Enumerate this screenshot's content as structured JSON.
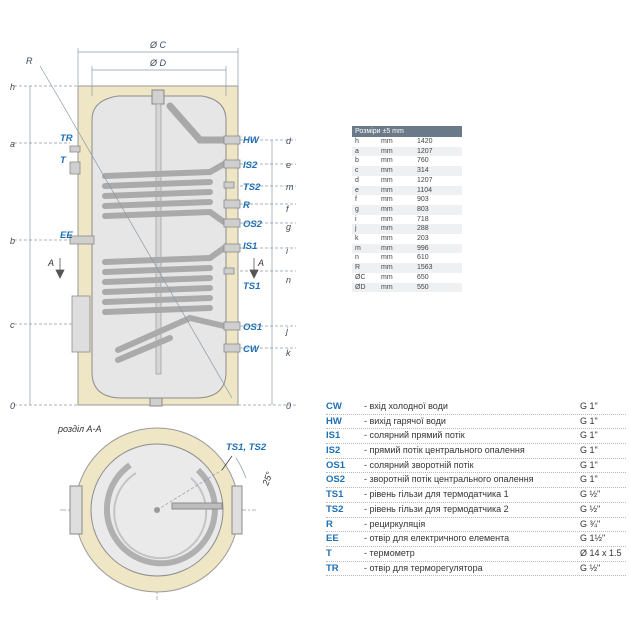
{
  "drawing": {
    "dims_top": [
      "Ø C",
      "Ø D"
    ],
    "left_dims": [
      "h",
      "a",
      "b",
      "c",
      "0"
    ],
    "right_dims": [
      "d",
      "e",
      "m",
      "f",
      "g",
      "i",
      "n",
      "j",
      "k",
      "0"
    ],
    "connections_left": [
      "TR",
      "T",
      "EE"
    ],
    "connections_right": [
      "HW",
      "IS2",
      "TS2",
      "R",
      "OS2",
      "IS1",
      "TS1",
      "OS1",
      "CW"
    ],
    "radius_label": "R",
    "section_marks": [
      "A",
      "A"
    ],
    "section_title": "розділ А-А",
    "section_sensor_label": "TS1, TS2",
    "angle_label": "25°"
  },
  "dims_table": {
    "header": "Розміри ±5 mm",
    "rows": [
      {
        "key": "h",
        "unit": "mm",
        "value": "1420"
      },
      {
        "key": "a",
        "unit": "mm",
        "value": "1207"
      },
      {
        "key": "b",
        "unit": "mm",
        "value": "760"
      },
      {
        "key": "c",
        "unit": "mm",
        "value": "314"
      },
      {
        "key": "d",
        "unit": "mm",
        "value": "1207"
      },
      {
        "key": "e",
        "unit": "mm",
        "value": "1104"
      },
      {
        "key": "f",
        "unit": "mm",
        "value": "903"
      },
      {
        "key": "g",
        "unit": "mm",
        "value": "803"
      },
      {
        "key": "i",
        "unit": "mm",
        "value": "718"
      },
      {
        "key": "j",
        "unit": "mm",
        "value": "288"
      },
      {
        "key": "k",
        "unit": "mm",
        "value": "203"
      },
      {
        "key": "m",
        "unit": "mm",
        "value": "996"
      },
      {
        "key": "n",
        "unit": "mm",
        "value": "610"
      },
      {
        "key": "R",
        "unit": "mm",
        "value": "1563"
      },
      {
        "key": "ØC",
        "unit": "mm",
        "value": "650"
      },
      {
        "key": "ØD",
        "unit": "mm",
        "value": "550"
      }
    ]
  },
  "legend": [
    {
      "code": "CW",
      "desc": "- вхід холодної води",
      "val": "G 1\""
    },
    {
      "code": "HW",
      "desc": "- вихід гарячої води",
      "val": "G 1\""
    },
    {
      "code": "IS1",
      "desc": "- солярний прямий потік",
      "val": "G 1\""
    },
    {
      "code": "IS2",
      "desc": "- прямий потік центрального опалення",
      "val": "G 1\""
    },
    {
      "code": "OS1",
      "desc": "- солярний зворотній потік",
      "val": "G 1\""
    },
    {
      "code": "OS2",
      "desc": "- зворотній потік центрального опалення",
      "val": "G 1\""
    },
    {
      "code": "TS1",
      "desc": "- рівень гільзи для термодатчика 1",
      "val": "G ½\""
    },
    {
      "code": "TS2",
      "desc": "- рівень гільзи для термодатчика 2",
      "val": "G ½\""
    },
    {
      "code": "R",
      "desc": "- рециркуляція",
      "val": "G ¾\""
    },
    {
      "code": "EE",
      "desc": "- отвір для електричного елемента",
      "val": "G 1½\""
    },
    {
      "code": "T",
      "desc": "- термометр",
      "val": "Ø 14 x 1.5"
    },
    {
      "code": "TR",
      "desc": "- отвір для терморегулятора",
      "val": "G ½\""
    }
  ],
  "colors": {
    "insulation": "#efe6c6",
    "tank": "#e6e6e6",
    "outline": "#8c8c8c",
    "accent": "#1f6fb5",
    "dim_line": "#8a9aa8"
  }
}
